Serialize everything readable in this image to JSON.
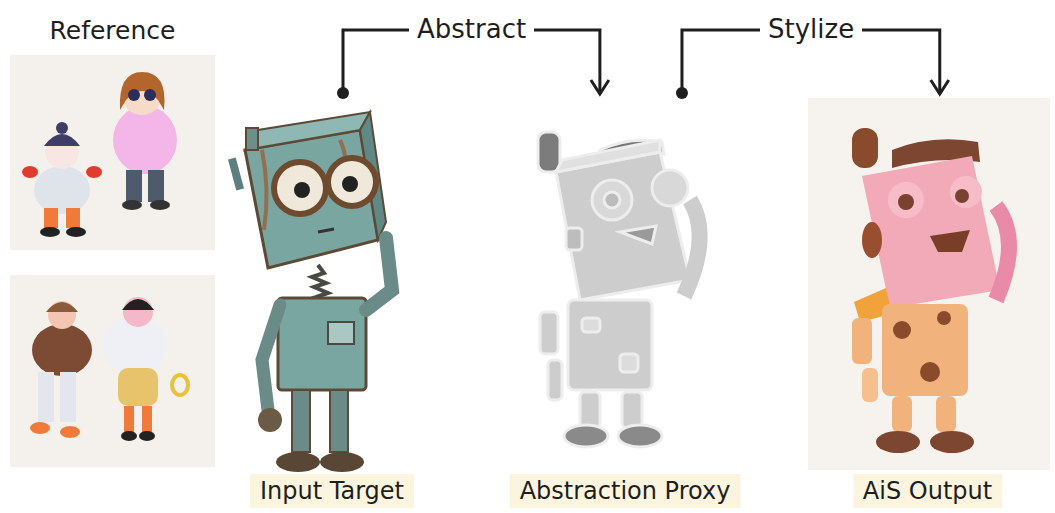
{
  "diagram": {
    "nodes": [
      {
        "text": [
          "Reference"
        ]
      },
      {
        "text": [
          "Input Target"
        ]
      },
      {
        "text": [
          "Abstraction Proxy"
        ]
      },
      {
        "text": [
          "AiS Output"
        ]
      }
    ],
    "edges": [
      {
        "from": 1,
        "to": 2,
        "label": "Abstract",
        "arrow": "to"
      },
      {
        "from": 2,
        "to": 3,
        "label": "Stylize",
        "arrow": "to"
      }
    ]
  }
}
